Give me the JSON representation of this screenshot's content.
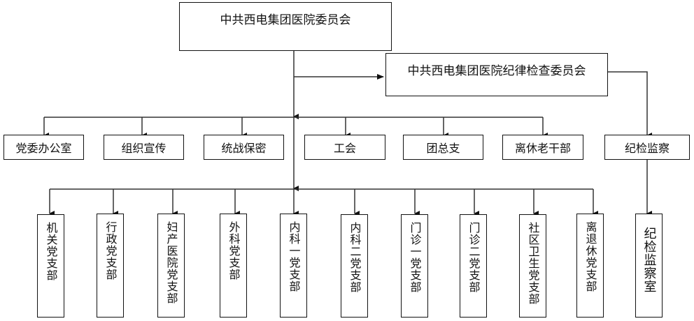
{
  "root": {
    "label": "中共西电集团医院委员会"
  },
  "discipline_committee": {
    "label": "中共西电集团医院纪律检查委员会"
  },
  "departments": [
    {
      "label": "党委办公室"
    },
    {
      "label": "组织宣传"
    },
    {
      "label": "统战保密"
    },
    {
      "label": "工会"
    },
    {
      "label": "团总支"
    },
    {
      "label": "离休老干部"
    }
  ],
  "discipline_department": {
    "label": "纪检监察"
  },
  "branches": [
    {
      "label": "机关党支部"
    },
    {
      "label": "行政党支部"
    },
    {
      "label": "妇产医院党支部"
    },
    {
      "label": "外科党支部"
    },
    {
      "label": "内科一党支部"
    },
    {
      "label": "内科二党支部"
    },
    {
      "label": "门诊一党支部"
    },
    {
      "label": "门诊二党支部"
    },
    {
      "label": "社区卫生党支部"
    },
    {
      "label": "离退休党支部"
    }
  ],
  "discipline_office": {
    "label": "纪检监察室"
  }
}
